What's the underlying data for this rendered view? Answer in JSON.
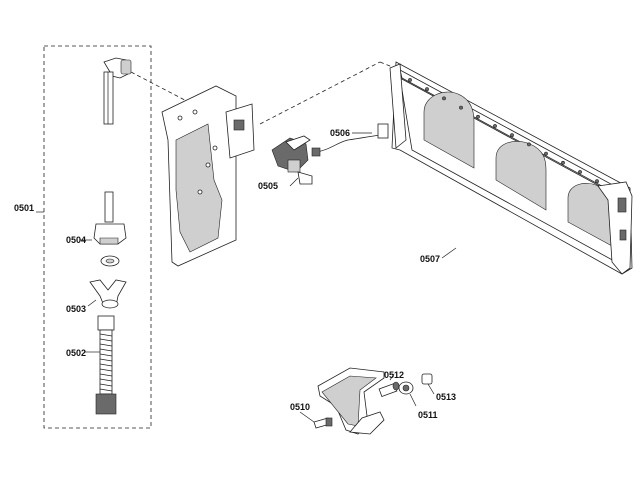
{
  "labels": {
    "p0501": "0501",
    "p0502": "0502",
    "p0503": "0503",
    "p0504": "0504",
    "p0505": "0505",
    "p0506": "0506",
    "p0507": "0507",
    "p0510": "0510",
    "p0511": "0511",
    "p0512": "0512",
    "p0513": "0513"
  }
}
